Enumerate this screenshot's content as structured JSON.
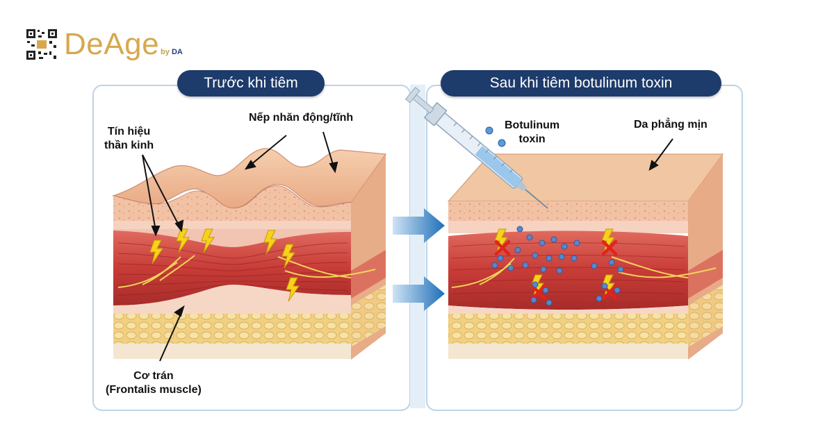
{
  "brand": {
    "name": "DeAge",
    "by": "by",
    "by_suffix": "DA"
  },
  "before": {
    "title": "Trước khi tiêm",
    "label_wrinkle": "Nếp nhăn động/tĩnh",
    "label_signal_1": "Tín hiệu",
    "label_signal_2": "thần kinh",
    "label_muscle_1": "Cơ trán",
    "label_muscle_2": "(Frontalis muscle)"
  },
  "after": {
    "title": "Sau khi tiêm botulinum toxin",
    "label_toxin_1": "Botulinum",
    "label_toxin_2": "toxin",
    "label_smooth": "Da phẳng mịn"
  },
  "colors": {
    "navy": "#1d3b6b",
    "gold": "#d7a84c",
    "arrow_blue": "#1f6fb8",
    "skin": "#efb994",
    "muscle": "#c9423f",
    "fat": "#f3d58c"
  }
}
